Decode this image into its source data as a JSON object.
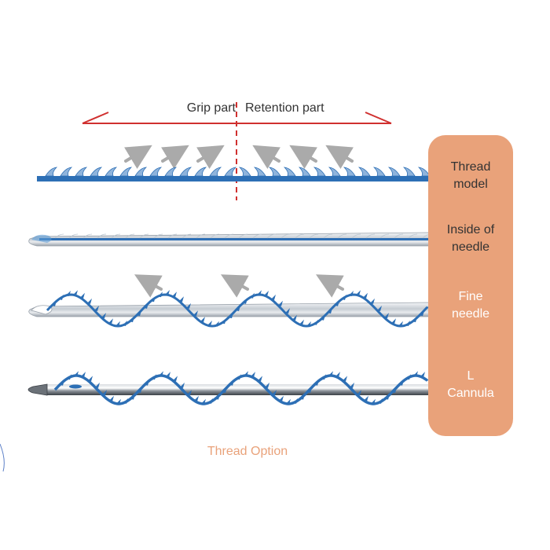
{
  "header": {
    "grip_label": "Grip part",
    "retention_label": "Retention part",
    "accent_color": "#d0302f"
  },
  "rows": [
    {
      "label": "Thread\nmodel"
    },
    {
      "label": "Inside of\nneedle"
    },
    {
      "label": "Fine\nneedle"
    },
    {
      "label": "L\nCannula"
    }
  ],
  "caption": "Thread Option",
  "colors": {
    "panel": "#e9a27a",
    "thread_blue": "#2d6fb5",
    "dark_text": "#333333",
    "light_text": "#ffffff",
    "arrow_gray": "#aaaaaa"
  },
  "icons": {
    "arrow": "gray-arrow-icon",
    "left_arrow": "red-left-arrow-icon",
    "right_arrow": "red-right-arrow-icon"
  }
}
